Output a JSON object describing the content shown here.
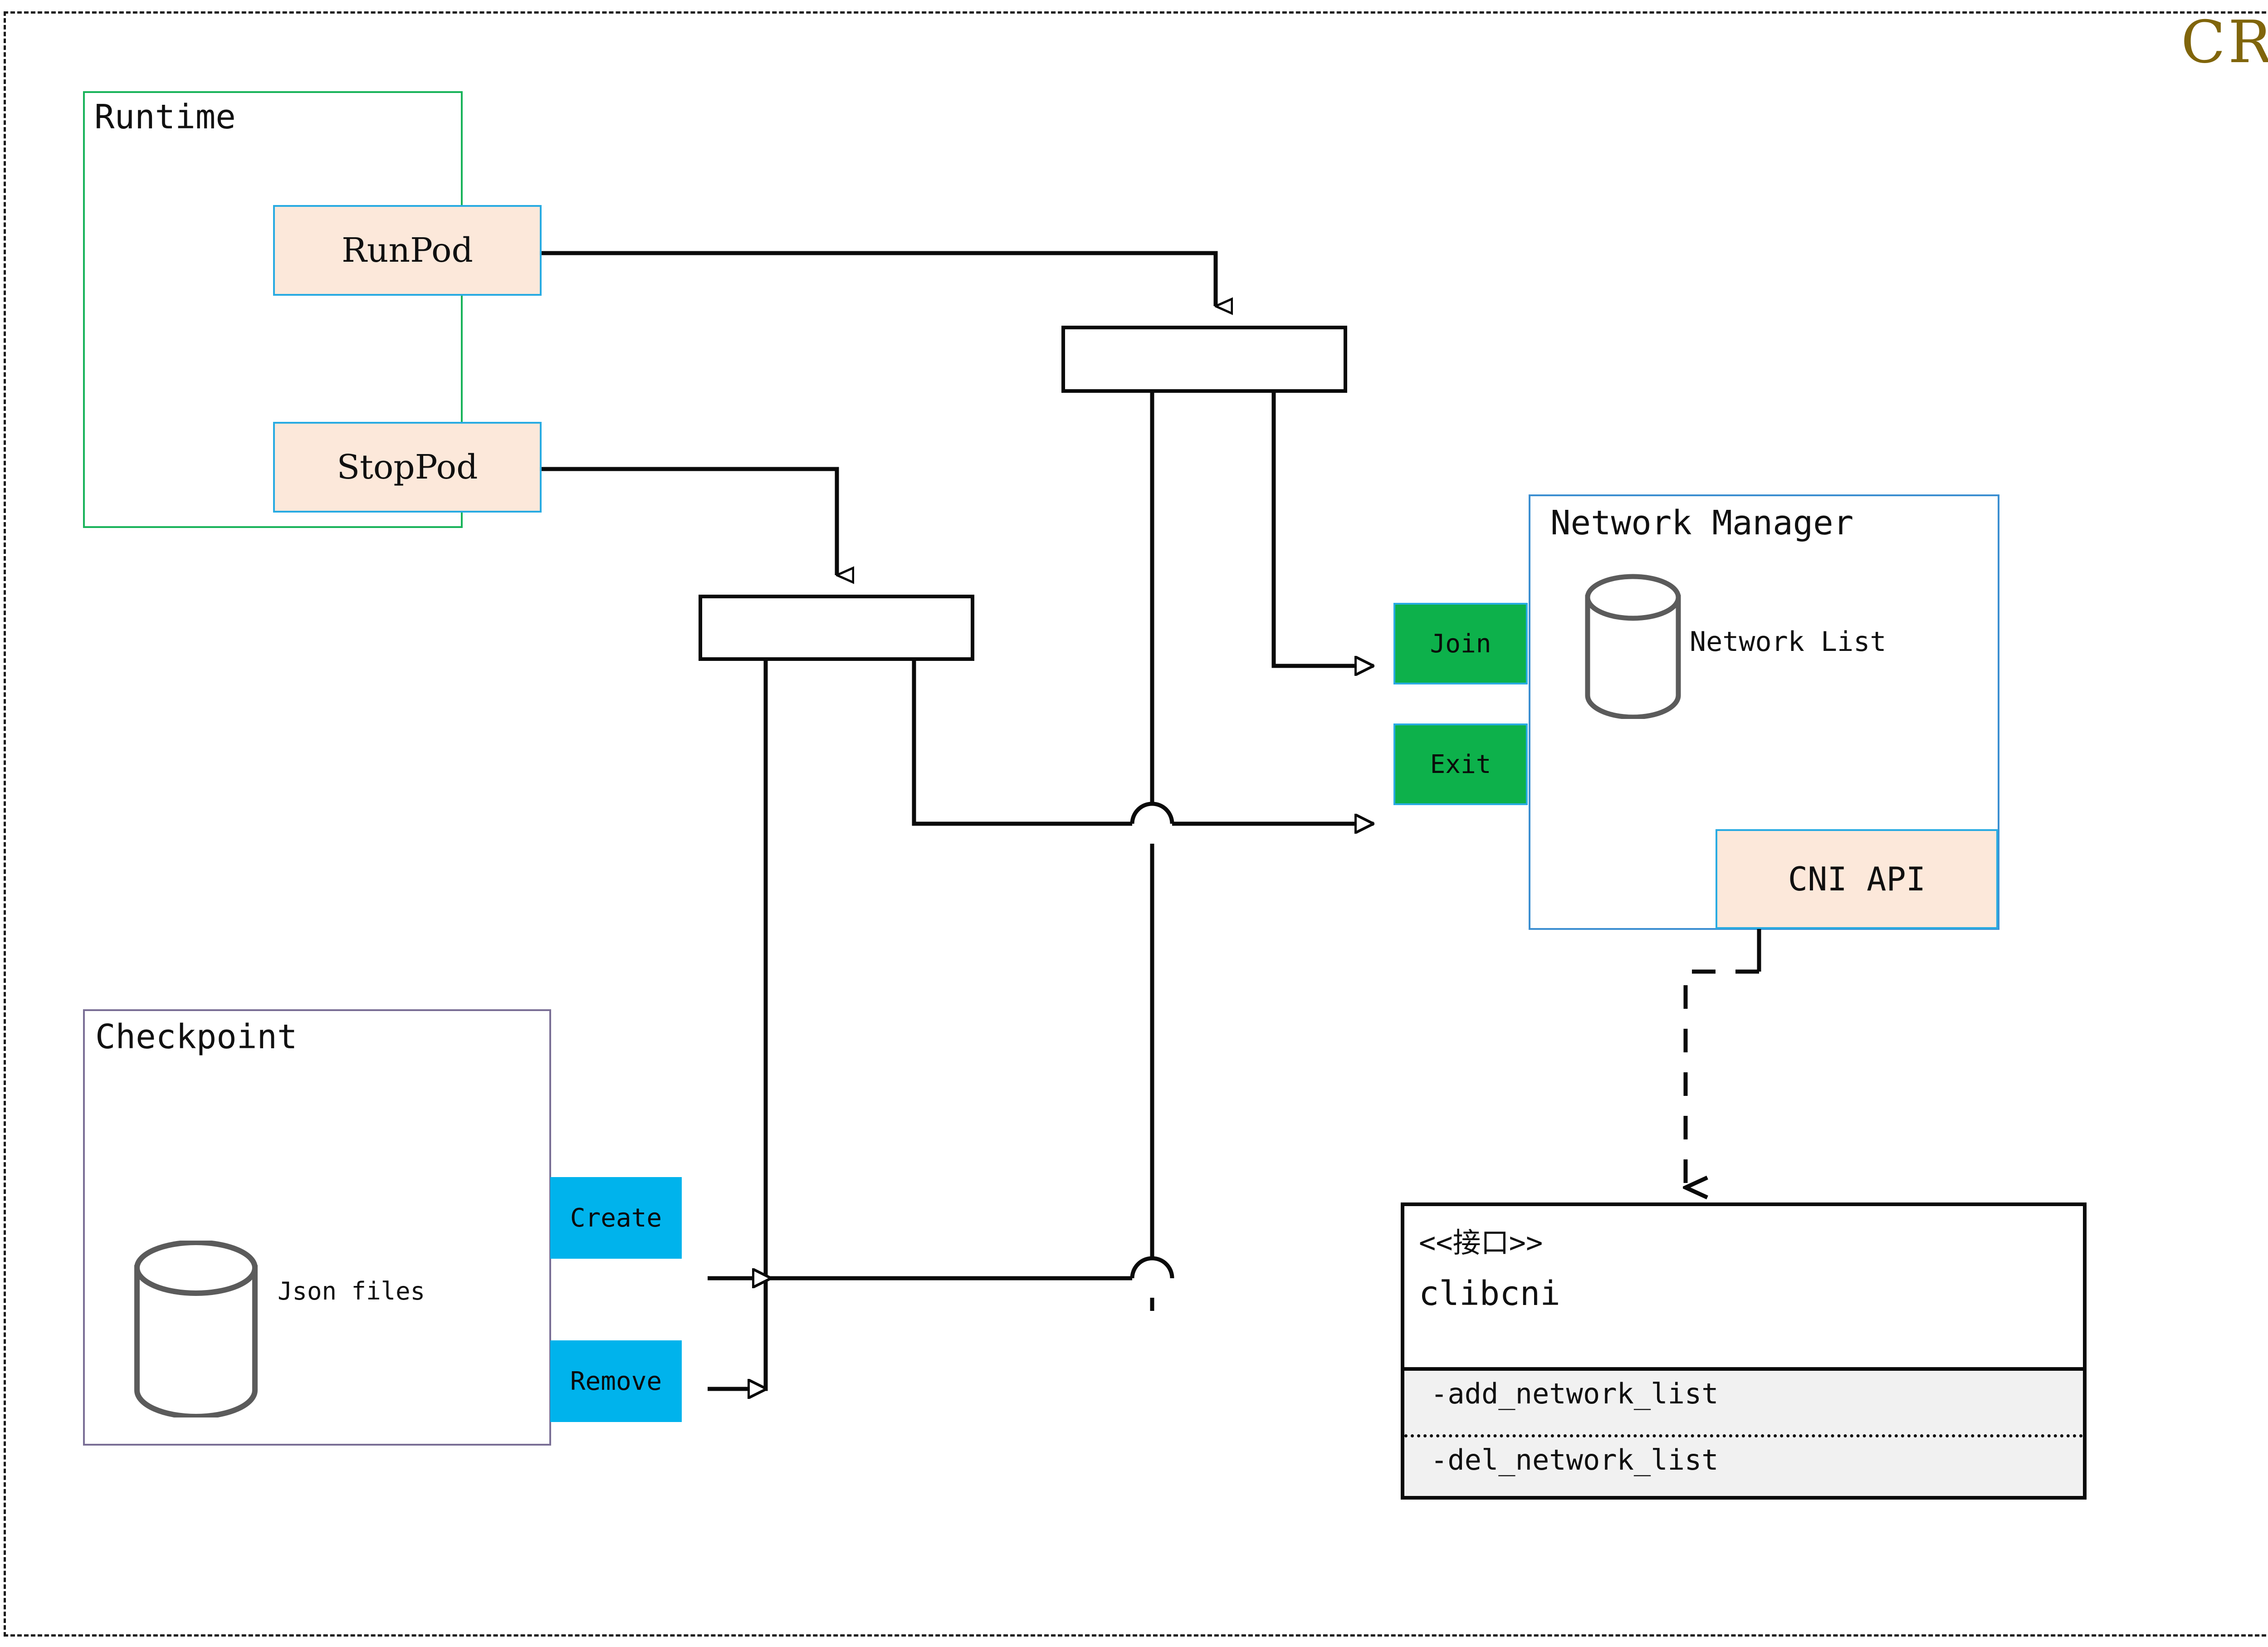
{
  "diagram": {
    "title": "CRI",
    "title_color": "#80650b",
    "frame_style": "dashed"
  },
  "groups": {
    "runtime": {
      "label": "Runtime",
      "border_color": "#19b35a"
    },
    "checkpoint": {
      "label": "Checkpoint",
      "border_color": "#7a6f96"
    },
    "network_manager": {
      "label": "Network Manager",
      "border_color": "#3c8fd1"
    }
  },
  "nodes": {
    "runpod": {
      "label": "RunPod",
      "fill": "#fce8da",
      "border": "#29abe2"
    },
    "stoppod": {
      "label": "StopPod",
      "fill": "#fce8da",
      "border": "#29abe2"
    },
    "join": {
      "label": "Join",
      "fill": "#0db14b",
      "border": "#29abe2"
    },
    "exit": {
      "label": "Exit",
      "fill": "#0db14b",
      "border": "#29abe2"
    },
    "cni_api": {
      "label": "CNI API",
      "fill": "#fce8da",
      "border": "#29abe2"
    },
    "create": {
      "label": "Create",
      "fill": "#00b3ec"
    },
    "remove": {
      "label": "Remove",
      "fill": "#00b3ec"
    }
  },
  "datastores": {
    "json_files": {
      "label": "Json files"
    },
    "network_list": {
      "label": "Network List"
    }
  },
  "interface_class": {
    "stereotype": "<<接口>>",
    "name": "clibcni",
    "operations": [
      "-add_network_list",
      "-del_network_list"
    ]
  }
}
